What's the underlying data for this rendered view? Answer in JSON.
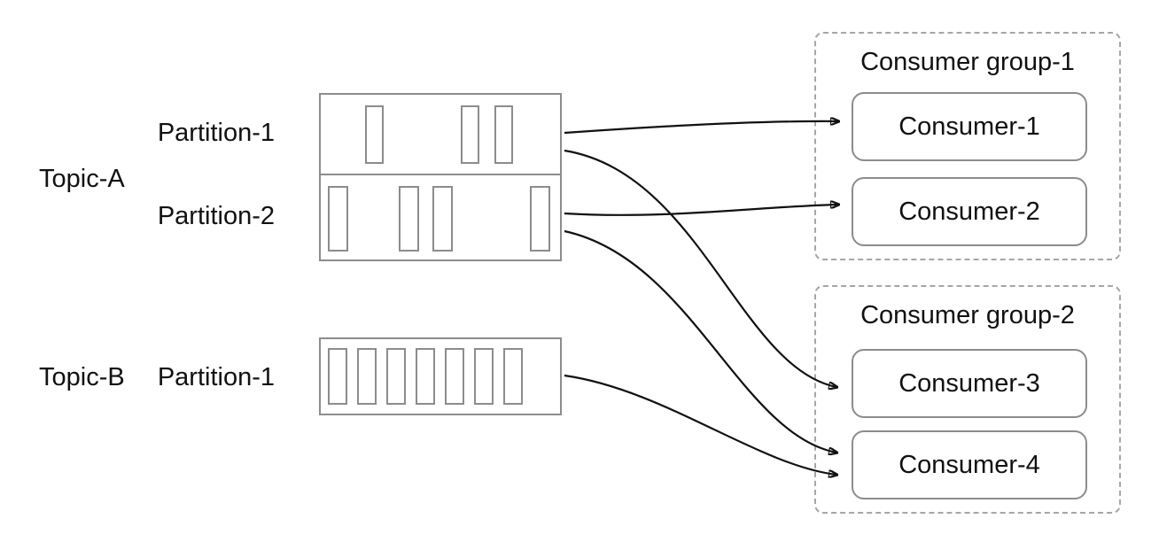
{
  "diagram": {
    "topics": [
      {
        "name": "Topic-A",
        "partitions": [
          {
            "label": "Partition-1",
            "segments": 3
          },
          {
            "label": "Partition-2",
            "segments": 4
          }
        ]
      },
      {
        "name": "Topic-B",
        "partitions": [
          {
            "label": "Partition-1",
            "segments": 7
          }
        ]
      }
    ],
    "consumer_groups": [
      {
        "title": "Consumer group-1",
        "consumers": [
          {
            "label": "Consumer-1"
          },
          {
            "label": "Consumer-2"
          }
        ]
      },
      {
        "title": "Consumer group-2",
        "consumers": [
          {
            "label": "Consumer-3"
          },
          {
            "label": "Consumer-4"
          }
        ]
      }
    ],
    "connections": [
      {
        "from": "Topic-A/Partition-1",
        "to": "Consumer-1"
      },
      {
        "from": "Topic-A/Partition-1",
        "to": "Consumer-3"
      },
      {
        "from": "Topic-A/Partition-2",
        "to": "Consumer-2"
      },
      {
        "from": "Topic-A/Partition-2",
        "to": "Consumer-4"
      },
      {
        "from": "Topic-B/Partition-1",
        "to": "Consumer-4"
      }
    ],
    "colors": {
      "box_border": "#8c8c8c",
      "group_border": "#a6a6a6",
      "arrow": "#111111",
      "text": "#111111",
      "background": "#ffffff"
    }
  }
}
